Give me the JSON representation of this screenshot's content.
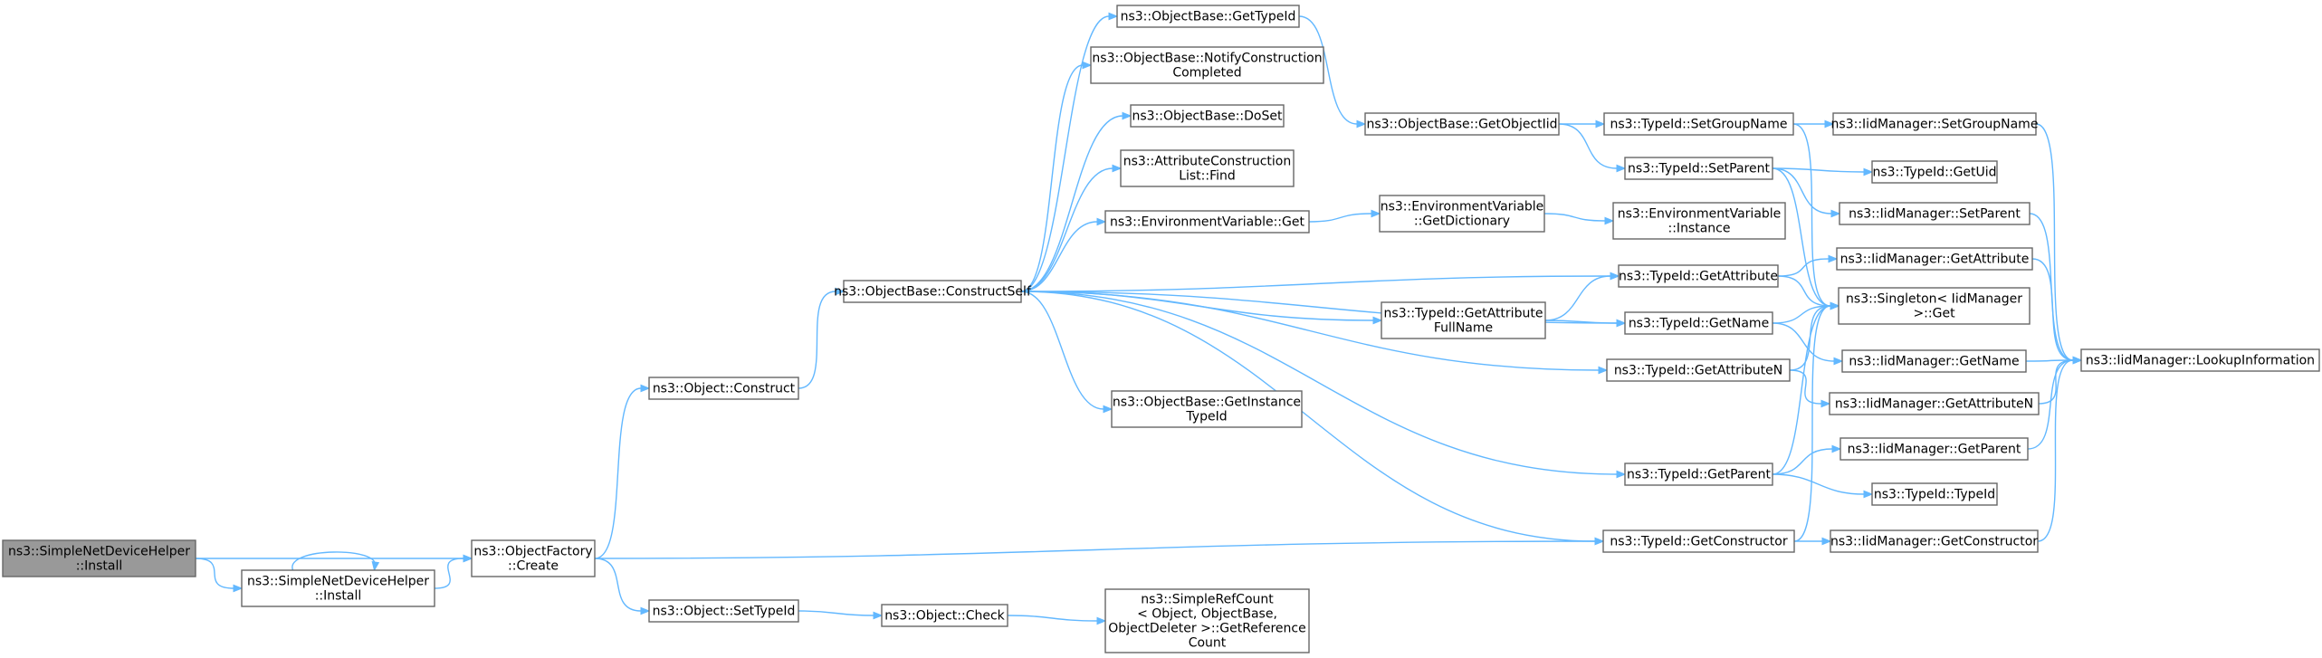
{
  "diagram": {
    "style": {
      "edge_color": "#63b8ff",
      "node_border": "#666666",
      "node_fill": "#ffffff",
      "root_fill": "#999999"
    },
    "nodes": [
      {
        "id": "n_root",
        "lines": [
          "ns3::SimpleNetDeviceHelper",
          "::Install"
        ],
        "root": true
      },
      {
        "id": "n_install",
        "lines": [
          "ns3::SimpleNetDeviceHelper",
          "::Install"
        ]
      },
      {
        "id": "n_create",
        "lines": [
          "ns3::ObjectFactory",
          "::Create"
        ]
      },
      {
        "id": "n_construct",
        "lines": [
          "ns3::Object::Construct"
        ]
      },
      {
        "id": "n_settypeid",
        "lines": [
          "ns3::Object::SetTypeId"
        ]
      },
      {
        "id": "n_constructself",
        "lines": [
          "ns3::ObjectBase::ConstructSelf"
        ]
      },
      {
        "id": "n_check",
        "lines": [
          "ns3::Object::Check"
        ]
      },
      {
        "id": "n_getrefcount",
        "lines": [
          "ns3::SimpleRefCount",
          "< Object, ObjectBase,",
          "ObjectDeleter >::GetReference",
          "Count"
        ]
      },
      {
        "id": "n_gettypeid",
        "lines": [
          "ns3::ObjectBase::GetTypeId"
        ]
      },
      {
        "id": "n_notify",
        "lines": [
          "ns3::ObjectBase::NotifyConstruction",
          "Completed"
        ]
      },
      {
        "id": "n_doset",
        "lines": [
          "ns3::ObjectBase::DoSet"
        ]
      },
      {
        "id": "n_acfind",
        "lines": [
          "ns3::AttributeConstruction",
          "List::Find"
        ]
      },
      {
        "id": "n_envget",
        "lines": [
          "ns3::EnvironmentVariable::Get"
        ]
      },
      {
        "id": "n_getinstancetypeid",
        "lines": [
          "ns3::ObjectBase::GetInstance",
          "TypeId"
        ]
      },
      {
        "id": "n_getobjectiid",
        "lines": [
          "ns3::ObjectBase::GetObjectIid"
        ]
      },
      {
        "id": "n_getdictionary",
        "lines": [
          "ns3::EnvironmentVariable",
          "::GetDictionary"
        ]
      },
      {
        "id": "n_getattrfullname",
        "lines": [
          "ns3::TypeId::GetAttribute",
          "FullName"
        ]
      },
      {
        "id": "n_tid_setgroupname",
        "lines": [
          "ns3::TypeId::SetGroupName"
        ]
      },
      {
        "id": "n_tid_setparent",
        "lines": [
          "ns3::TypeId::SetParent"
        ]
      },
      {
        "id": "n_tid_getattribute",
        "lines": [
          "ns3::TypeId::GetAttribute"
        ]
      },
      {
        "id": "n_tid_getname",
        "lines": [
          "ns3::TypeId::GetName"
        ]
      },
      {
        "id": "n_tid_getattributen",
        "lines": [
          "ns3::TypeId::GetAttributeN"
        ]
      },
      {
        "id": "n_tid_getparent",
        "lines": [
          "ns3::TypeId::GetParent"
        ]
      },
      {
        "id": "n_tid_getconstructor",
        "lines": [
          "ns3::TypeId::GetConstructor"
        ]
      },
      {
        "id": "n_envinstance",
        "lines": [
          "ns3::EnvironmentVariable",
          "::Instance"
        ]
      },
      {
        "id": "n_iid_setgroupname",
        "lines": [
          "ns3::IidManager::SetGroupName"
        ]
      },
      {
        "id": "n_tid_getuid",
        "lines": [
          "ns3::TypeId::GetUid"
        ]
      },
      {
        "id": "n_iid_setparent",
        "lines": [
          "ns3::IidManager::SetParent"
        ]
      },
      {
        "id": "n_iid_getattribute",
        "lines": [
          "ns3::IidManager::GetAttribute"
        ]
      },
      {
        "id": "n_singleton_get",
        "lines": [
          "ns3::Singleton< IidManager",
          ">::Get"
        ]
      },
      {
        "id": "n_iid_getname",
        "lines": [
          "ns3::IidManager::GetName"
        ]
      },
      {
        "id": "n_iid_getattributen",
        "lines": [
          "ns3::IidManager::GetAttributeN"
        ]
      },
      {
        "id": "n_iid_getparent",
        "lines": [
          "ns3::IidManager::GetParent"
        ]
      },
      {
        "id": "n_tid_typeid",
        "lines": [
          "ns3::TypeId::TypeId"
        ]
      },
      {
        "id": "n_iid_getconstructor",
        "lines": [
          "ns3::IidManager::GetConstructor"
        ]
      },
      {
        "id": "n_lookup",
        "lines": [
          "ns3::IidManager::LookupInformation"
        ]
      }
    ],
    "edges": [
      [
        "n_root",
        "n_install"
      ],
      [
        "n_root",
        "n_create"
      ],
      [
        "n_install",
        "n_install"
      ],
      [
        "n_install",
        "n_create"
      ],
      [
        "n_create",
        "n_construct"
      ],
      [
        "n_create",
        "n_settypeid"
      ],
      [
        "n_create",
        "n_tid_getconstructor"
      ],
      [
        "n_construct",
        "n_constructself"
      ],
      [
        "n_settypeid",
        "n_check"
      ],
      [
        "n_check",
        "n_getrefcount"
      ],
      [
        "n_constructself",
        "n_gettypeid"
      ],
      [
        "n_constructself",
        "n_notify"
      ],
      [
        "n_constructself",
        "n_doset"
      ],
      [
        "n_constructself",
        "n_acfind"
      ],
      [
        "n_constructself",
        "n_envget"
      ],
      [
        "n_constructself",
        "n_getinstancetypeid"
      ],
      [
        "n_constructself",
        "n_tid_getattribute"
      ],
      [
        "n_constructself",
        "n_getattrfullname"
      ],
      [
        "n_constructself",
        "n_tid_getattributen"
      ],
      [
        "n_constructself",
        "n_tid_getname"
      ],
      [
        "n_constructself",
        "n_tid_getparent"
      ],
      [
        "n_constructself",
        "n_tid_getconstructor"
      ],
      [
        "n_gettypeid",
        "n_getobjectiid"
      ],
      [
        "n_getobjectiid",
        "n_tid_setgroupname"
      ],
      [
        "n_getobjectiid",
        "n_tid_setparent"
      ],
      [
        "n_envget",
        "n_getdictionary"
      ],
      [
        "n_getdictionary",
        "n_envinstance"
      ],
      [
        "n_getattrfullname",
        "n_tid_getattribute"
      ],
      [
        "n_getattrfullname",
        "n_tid_getname"
      ],
      [
        "n_tid_setgroupname",
        "n_iid_setgroupname"
      ],
      [
        "n_tid_setgroupname",
        "n_singleton_get"
      ],
      [
        "n_tid_setparent",
        "n_tid_getuid"
      ],
      [
        "n_tid_setparent",
        "n_iid_setparent"
      ],
      [
        "n_tid_setparent",
        "n_singleton_get"
      ],
      [
        "n_tid_getattribute",
        "n_iid_getattribute"
      ],
      [
        "n_tid_getattribute",
        "n_singleton_get"
      ],
      [
        "n_tid_getname",
        "n_singleton_get"
      ],
      [
        "n_tid_getname",
        "n_iid_getname"
      ],
      [
        "n_tid_getattributen",
        "n_singleton_get"
      ],
      [
        "n_tid_getattributen",
        "n_iid_getattributen"
      ],
      [
        "n_tid_getparent",
        "n_singleton_get"
      ],
      [
        "n_tid_getparent",
        "n_iid_getparent"
      ],
      [
        "n_tid_getparent",
        "n_tid_typeid"
      ],
      [
        "n_tid_getconstructor",
        "n_singleton_get"
      ],
      [
        "n_tid_getconstructor",
        "n_iid_getconstructor"
      ],
      [
        "n_iid_setgroupname",
        "n_lookup"
      ],
      [
        "n_iid_setparent",
        "n_lookup"
      ],
      [
        "n_iid_getattribute",
        "n_lookup"
      ],
      [
        "n_iid_getname",
        "n_lookup"
      ],
      [
        "n_iid_getattributen",
        "n_lookup"
      ],
      [
        "n_iid_getparent",
        "n_lookup"
      ],
      [
        "n_iid_getconstructor",
        "n_lookup"
      ]
    ]
  }
}
